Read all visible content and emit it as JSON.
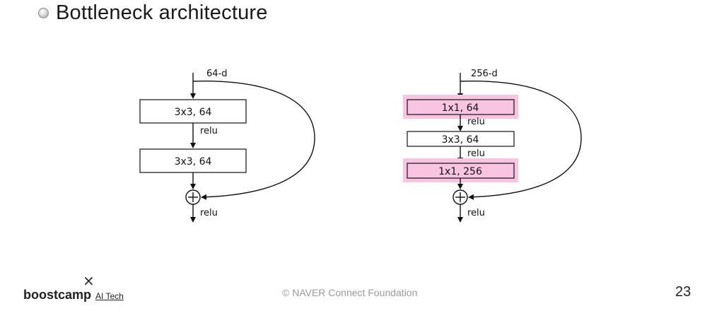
{
  "slide": {
    "title": "Bottleneck architecture",
    "page_number": "23"
  },
  "footer": {
    "logo_main": "boostcamp",
    "logo_sub": "AI Tech",
    "logo_mark": "×",
    "copyright": "© NAVER Connect Foundation"
  },
  "diagram_left": {
    "input_label": "64-d",
    "boxes": [
      "3x3, 64",
      "3x3, 64"
    ],
    "edge_labels": [
      "relu",
      "relu"
    ]
  },
  "diagram_right": {
    "input_label": "256-d",
    "boxes": [
      "1x1, 64",
      "3x3, 64",
      "1x1, 256"
    ],
    "edge_labels": [
      "relu",
      "relu",
      "relu"
    ],
    "highlight_color": "#f9c4e2"
  },
  "colors": {
    "highlight": "#f9c4e2",
    "box_fill": "#ffffff",
    "stroke": "#111111"
  }
}
